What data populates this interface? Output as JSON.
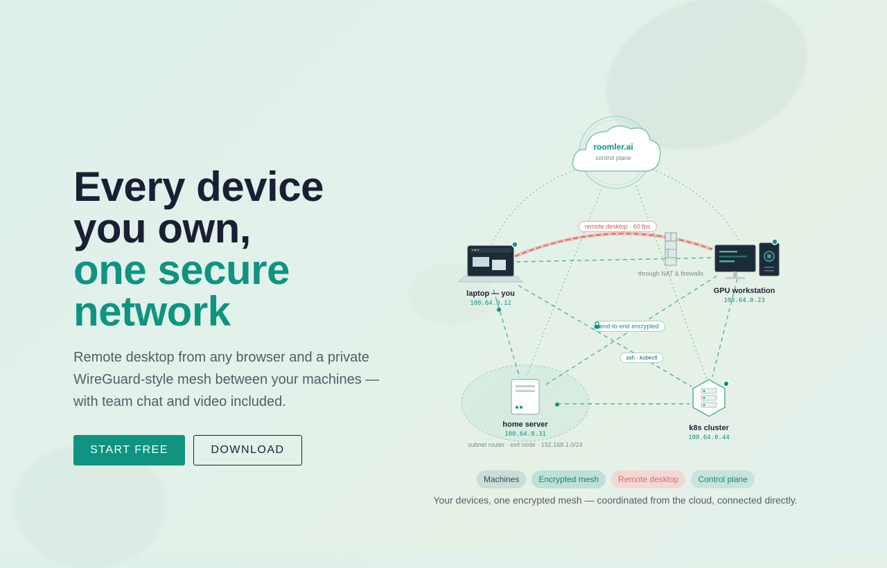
{
  "hero": {
    "headline_line1": "Every device",
    "headline_line2": "you own,",
    "headline_accent1": "one secure",
    "headline_accent2": "network",
    "subtitle": "Remote desktop from any browser and a private WireGuard-style mesh between your machines — with team chat and video included.",
    "cta_primary": "START FREE",
    "cta_secondary": "DOWNLOAD"
  },
  "diagram": {
    "cloud": {
      "title": "roomler.ai",
      "subtitle": "control plane"
    },
    "nodes": {
      "laptop": {
        "label": "laptop — you",
        "ip": "100.64.0.12"
      },
      "gpu": {
        "label": "GPU workstation",
        "ip": "100.64.0.23"
      },
      "home": {
        "label": "home server",
        "ip": "100.64.0.31",
        "note": "subnet router · exit node · 192.168.1.0/24"
      },
      "k8s": {
        "label": "k8s cluster",
        "ip": "100.64.0.44"
      }
    },
    "pills": {
      "remote": "remote desktop · 60 fps",
      "encrypted": "end-to-end encrypted",
      "ssh": "ssh · kubectl"
    },
    "nat_note": "through NAT & firewalls"
  },
  "legend": {
    "machines": "Machines",
    "mesh": "Encrypted mesh",
    "remote": "Remote desktop",
    "control": "Control plane"
  },
  "caption": "Your devices, one encrypted mesh — coordinated from the cloud, connected directly.",
  "colors": {
    "accent": "#0e9480",
    "dark": "#1a1f33",
    "remote_red": "#e06a5c"
  }
}
